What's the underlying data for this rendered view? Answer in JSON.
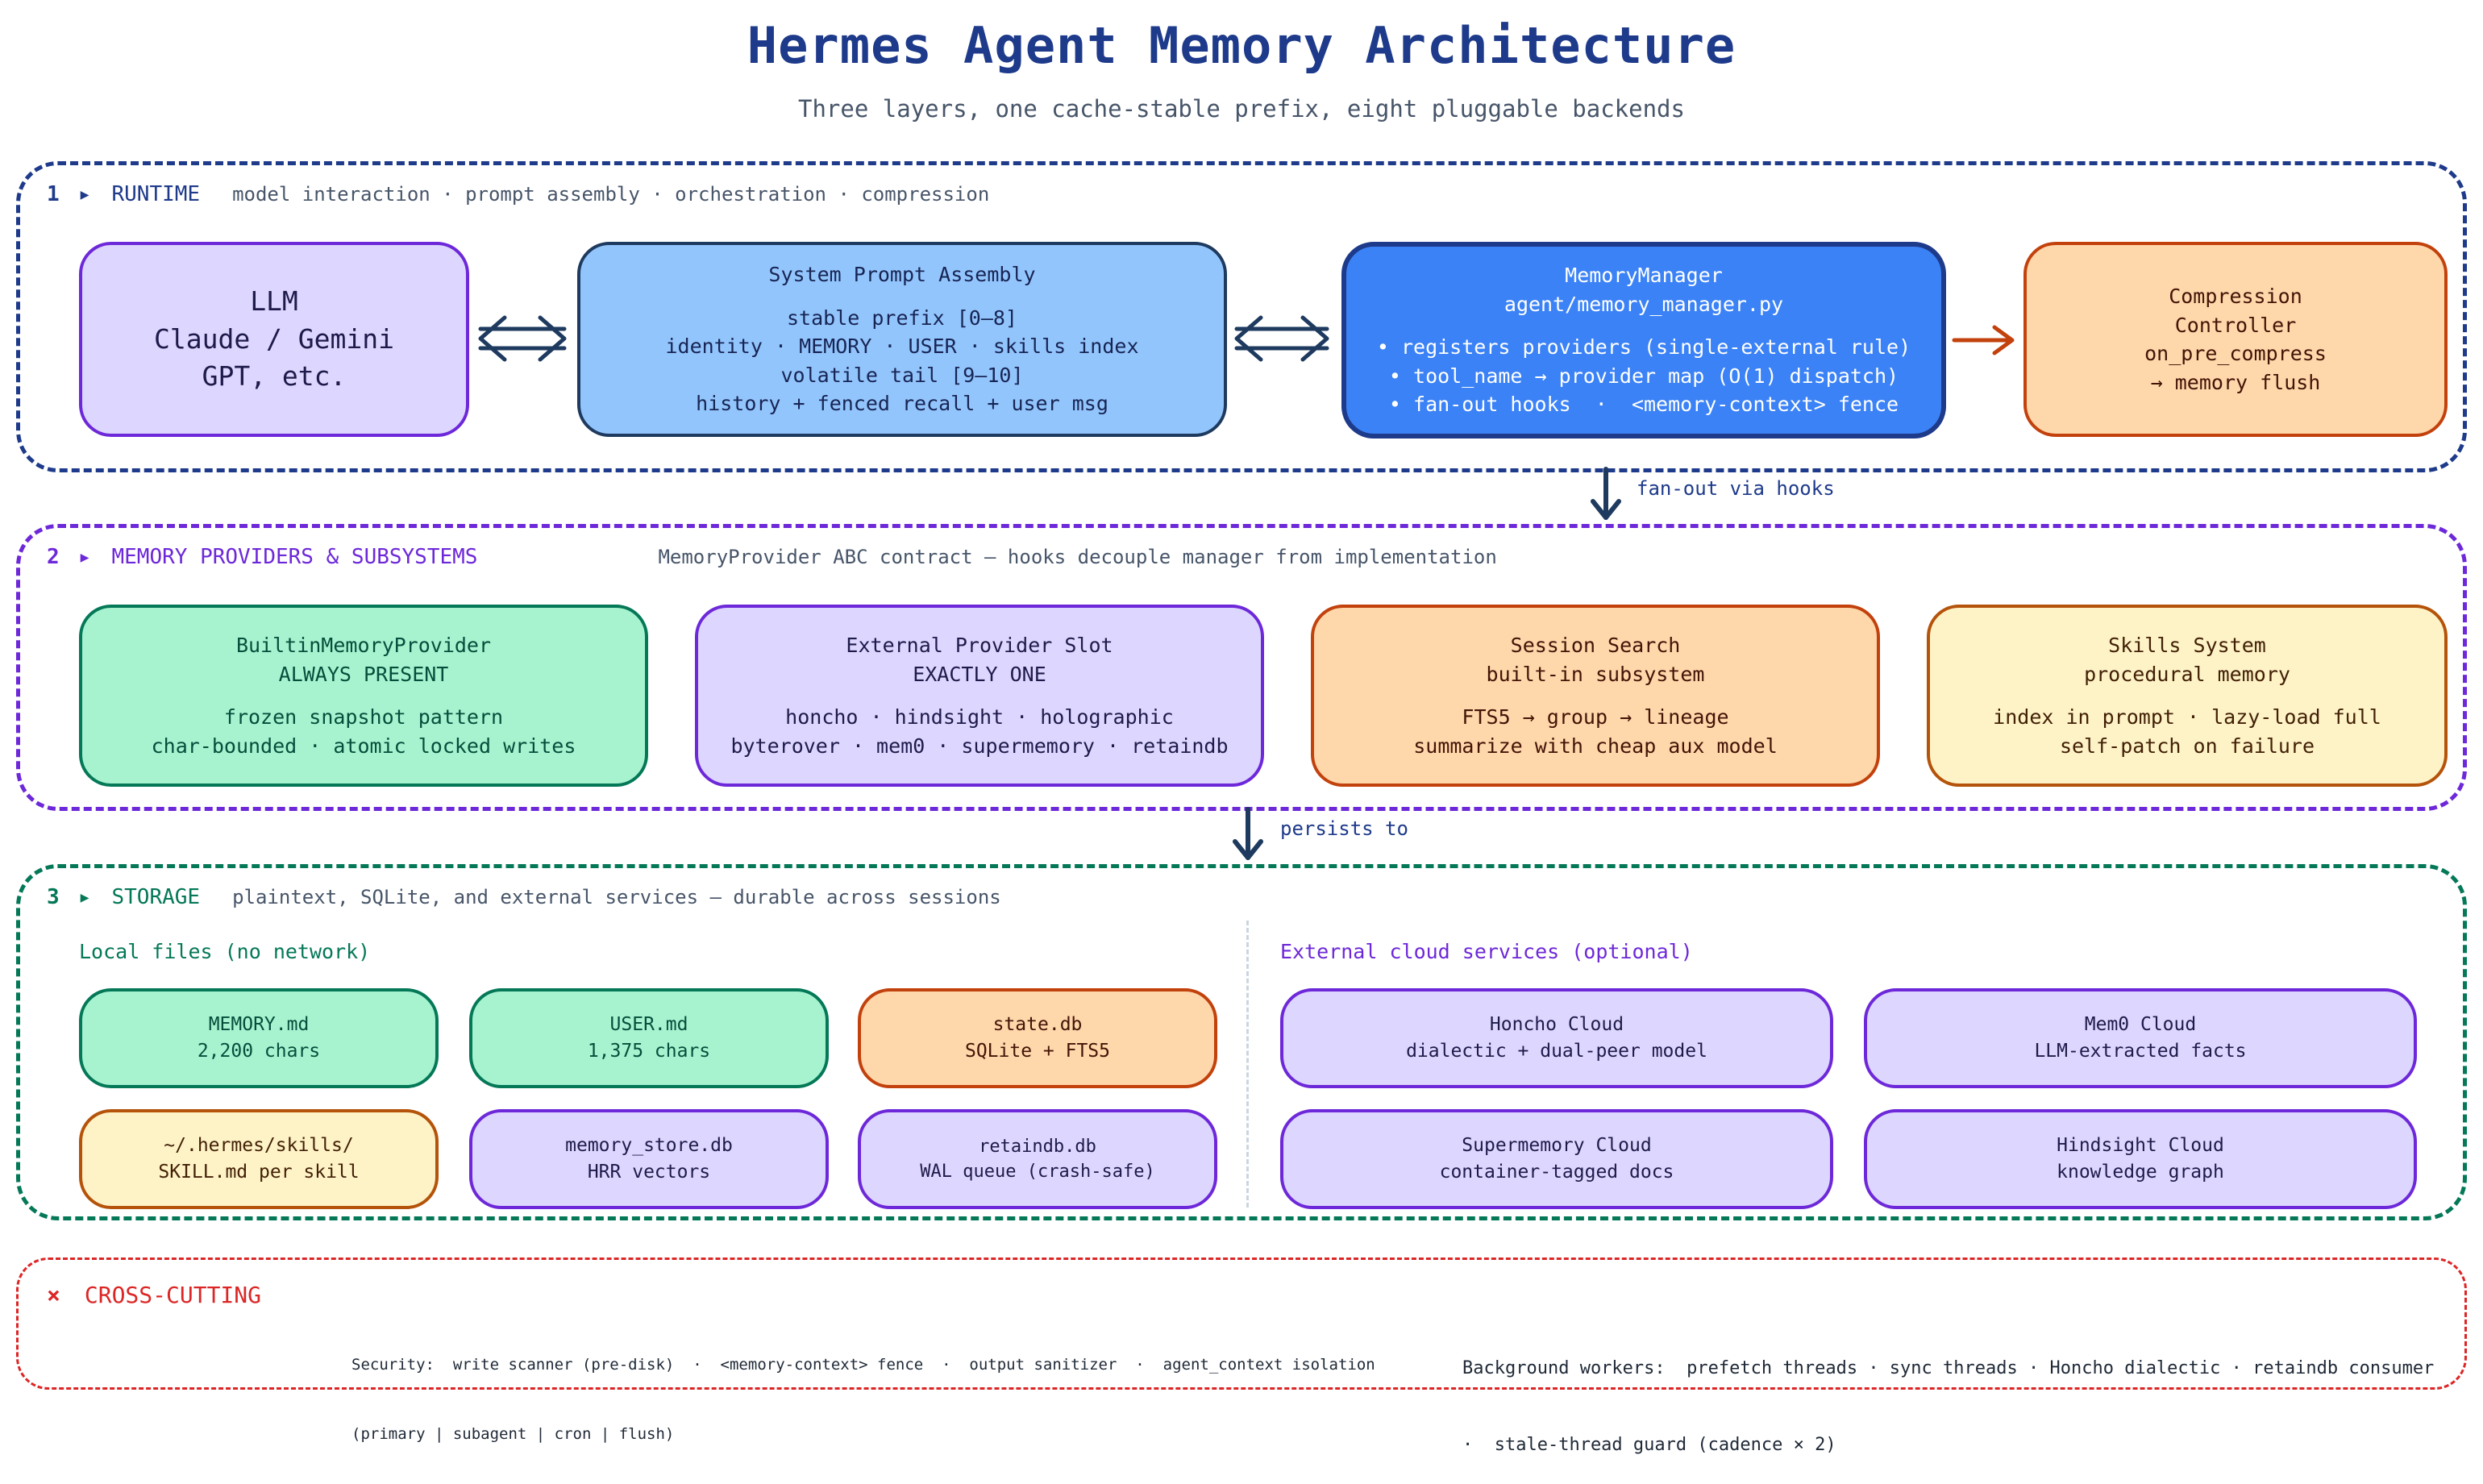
{
  "title": "Hermes Agent Memory Architecture",
  "subtitle": "Three layers, one cache-stable prefix, eight pluggable backends",
  "layers": {
    "runtime": {
      "num": "1",
      "name": "RUNTIME",
      "desc": "model interaction · prompt assembly · orchestration · compression"
    },
    "providers": {
      "num": "2",
      "name": "MEMORY PROVIDERS & SUBSYSTEMS",
      "desc": "MemoryProvider ABC contract — hooks decouple manager from implementation"
    },
    "storage": {
      "num": "3",
      "name": "STORAGE",
      "desc": "plaintext, SQLite, and external services — durable across sessions"
    },
    "cross": {
      "icon": "×",
      "name": "CROSS-CUTTING"
    }
  },
  "runtime_boxes": {
    "llm": {
      "l1": "LLM",
      "l2": "Claude / Gemini",
      "l3": "GPT, etc."
    },
    "prompt": {
      "title": "System Prompt Assembly",
      "l1": "stable prefix [0–8]",
      "l2": "identity · MEMORY · USER · skills index",
      "l3": "volatile tail [9–10]",
      "l4": "history + fenced recall + user msg"
    },
    "manager": {
      "title": "MemoryManager",
      "path": "agent/memory_manager.py",
      "l1": "• registers providers (single-external rule)",
      "l2": "• tool_name → provider map (O(1) dispatch)",
      "l3": "• fan-out hooks  ·  <memory-context> fence"
    },
    "compression": {
      "l1": "Compression",
      "l2": "Controller",
      "l3": "on_pre_compress",
      "l4": "→ memory flush"
    }
  },
  "connectors": {
    "fanout": "fan-out via hooks",
    "persists": "persists to"
  },
  "provider_boxes": {
    "builtin": {
      "title": "BuiltinMemoryProvider",
      "sub": "ALWAYS PRESENT",
      "l1": "frozen snapshot pattern",
      "l2": "char-bounded · atomic locked writes"
    },
    "external": {
      "title": "External Provider Slot",
      "sub": "EXACTLY ONE",
      "l1": "honcho · hindsight · holographic",
      "l2": "byterover · mem0 · supermemory · retaindb"
    },
    "session": {
      "title": "Session Search",
      "sub": "built-in subsystem",
      "l1": "FTS5 → group → lineage",
      "l2": "summarize with cheap aux model"
    },
    "skills": {
      "title": "Skills System",
      "sub": "procedural memory",
      "l1": "index in prompt · lazy-load full",
      "l2": "self-patch on failure"
    }
  },
  "storage": {
    "local_label": "Local files (no network)",
    "cloud_label": "External cloud services (optional)",
    "local": [
      {
        "l1": "MEMORY.md",
        "l2": "2,200 chars"
      },
      {
        "l1": "USER.md",
        "l2": "1,375 chars"
      },
      {
        "l1": "state.db",
        "l2": "SQLite + FTS5"
      },
      {
        "l1": "~/.hermes/skills/",
        "l2": "SKILL.md per skill"
      },
      {
        "l1": "memory_store.db",
        "l2": "HRR vectors"
      },
      {
        "l1": "retaindb.db",
        "l2": "WAL queue (crash-safe)"
      }
    ],
    "cloud": [
      {
        "l1": "Honcho Cloud",
        "l2": "dialectic + dual-peer model"
      },
      {
        "l1": "Mem0 Cloud",
        "l2": "LLM-extracted facts"
      },
      {
        "l1": "Supermemory Cloud",
        "l2": "container-tagged docs"
      },
      {
        "l1": "Hindsight Cloud",
        "l2": "knowledge graph"
      }
    ]
  },
  "cross": {
    "security_l1": "Security:  write scanner (pre-disk)  ·  <memory-context> fence  ·  output sanitizer  ·  agent_context isolation",
    "security_l2": "(primary | subagent | cron | flush)",
    "workers_l1": "Background workers:  prefetch threads · sync threads · Honcho dialectic · retaindb consumer",
    "workers_l2": "·  stale-thread guard (cadence × 2)"
  },
  "colors": {
    "runtime": "#1e3a8a",
    "providers": "#6d28d9",
    "storage": "#047857",
    "cross": "#dc2626"
  }
}
